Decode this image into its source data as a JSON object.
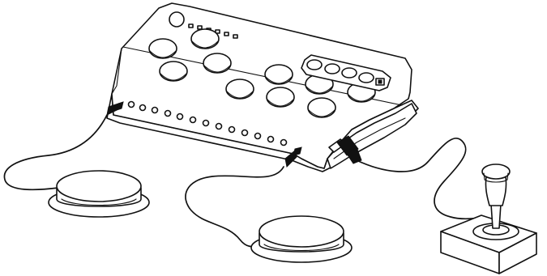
{
  "illustration": {
    "background": "#ffffff",
    "stroke_color": "#111111",
    "devices": [
      "controller",
      "switch-button",
      "switch-button",
      "joystick"
    ]
  }
}
